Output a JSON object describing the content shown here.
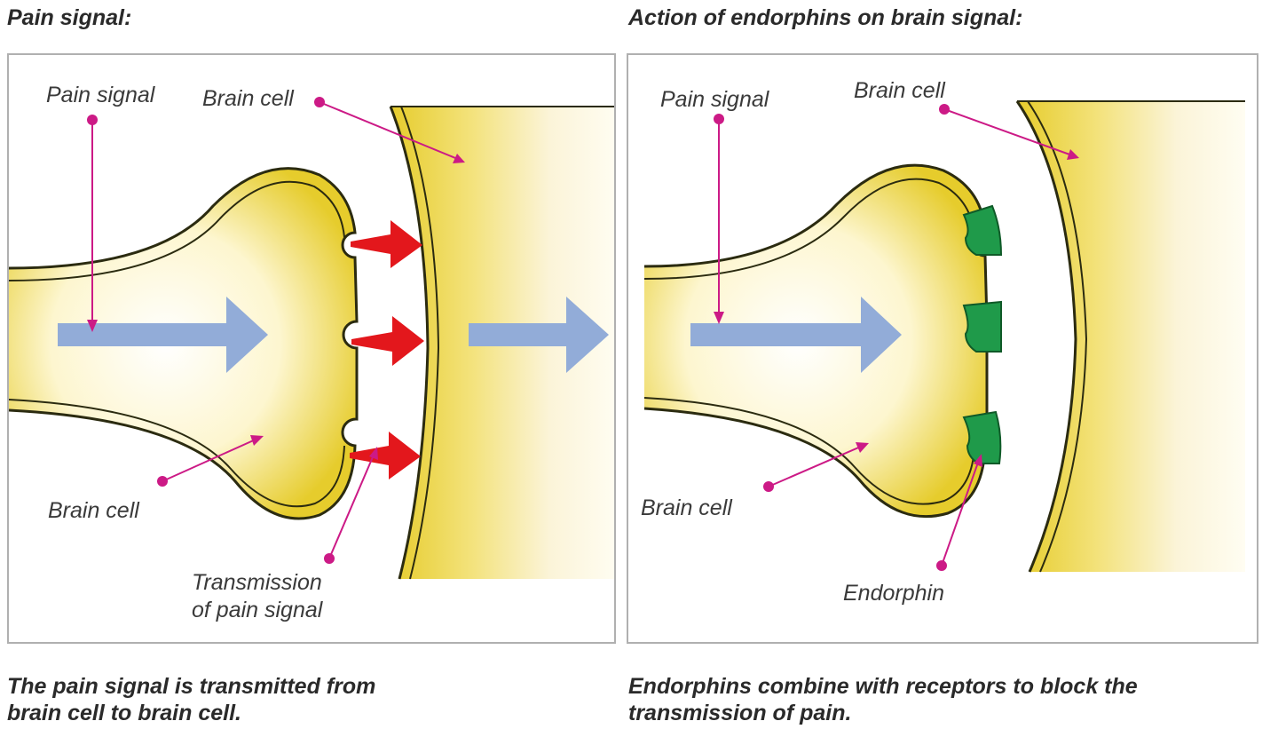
{
  "left": {
    "heading": "Pain signal:",
    "labels": {
      "pain_signal": "Pain signal",
      "brain_cell_top": "Brain cell",
      "brain_cell_bottom": "Brain cell",
      "transmission_line1": "Transmission",
      "transmission_line2": "of pain signal"
    },
    "caption_line1": "The pain signal is transmitted from",
    "caption_line2": "brain cell to brain cell."
  },
  "right": {
    "heading": "Action of endorphins on brain signal:",
    "labels": {
      "pain_signal": "Pain signal",
      "brain_cell_top": "Brain cell",
      "brain_cell_bottom": "Brain cell",
      "endorphin": "Endorphin"
    },
    "caption_line1": "Endorphins combine with receptors to block the",
    "caption_line2": "transmission of pain."
  },
  "colors": {
    "cell_yellow": "#e8d23a",
    "membrane": "#2b2b10",
    "signal_arrow": "#92acd8",
    "transmission_arrow": "#e3171c",
    "pointer": "#cc1a86",
    "endorphin": "#1f9a4a"
  }
}
